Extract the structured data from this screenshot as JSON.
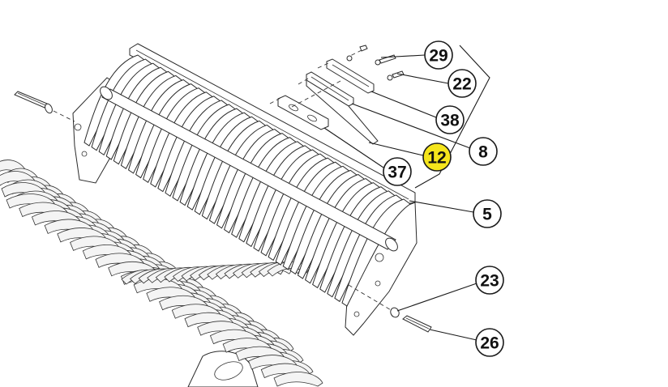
{
  "diagram": {
    "callouts": [
      {
        "id": "29",
        "label": "29",
        "highlighted": false
      },
      {
        "id": "22",
        "label": "22",
        "highlighted": false
      },
      {
        "id": "38",
        "label": "38",
        "highlighted": false
      },
      {
        "id": "8",
        "label": "8",
        "highlighted": false
      },
      {
        "id": "12",
        "label": "12",
        "highlighted": true
      },
      {
        "id": "37",
        "label": "37",
        "highlighted": false
      },
      {
        "id": "5",
        "label": "5",
        "highlighted": false
      },
      {
        "id": "23",
        "label": "23",
        "highlighted": false
      },
      {
        "id": "26",
        "label": "26",
        "highlighted": false
      }
    ],
    "colors": {
      "highlight": "#f5e51c",
      "line": "#1a1a1a",
      "background": "#ffffff"
    }
  }
}
